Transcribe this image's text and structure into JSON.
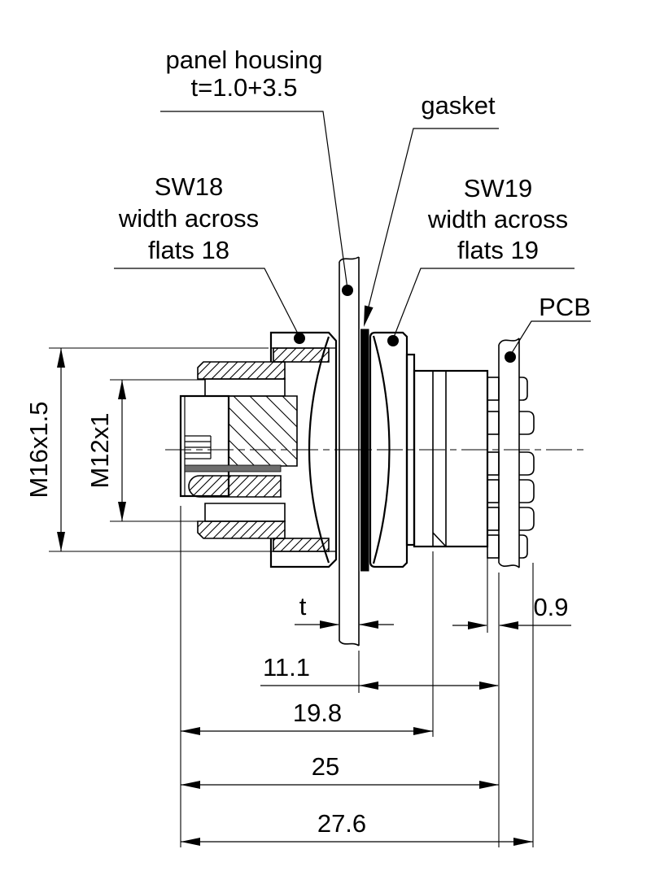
{
  "drawing": {
    "callouts": {
      "panel_housing": {
        "line1": "panel housing",
        "line2": "t=1.0+3.5"
      },
      "gasket": {
        "label": "gasket"
      },
      "sw18": {
        "line1": "SW18",
        "line2": "width across",
        "line3": "flats 18"
      },
      "sw19": {
        "line1": "SW19",
        "line2": "width across",
        "line3": "flats 19"
      },
      "pcb": {
        "label": "PCB"
      }
    },
    "dimensions": {
      "outer_thread": "M16x1.5",
      "inner_thread": "M12x1",
      "panel_thickness": "t",
      "pcb_standoff": "0.9",
      "panel_to_pcb": "11.1",
      "front_to_groove": "19.8",
      "front_to_pcb": "25",
      "overall_length": "27.6"
    },
    "colors": {
      "outline": "#000000",
      "gasket_fill": "#000000",
      "contact_fill": "#6e6e6e",
      "background": "#ffffff"
    }
  }
}
